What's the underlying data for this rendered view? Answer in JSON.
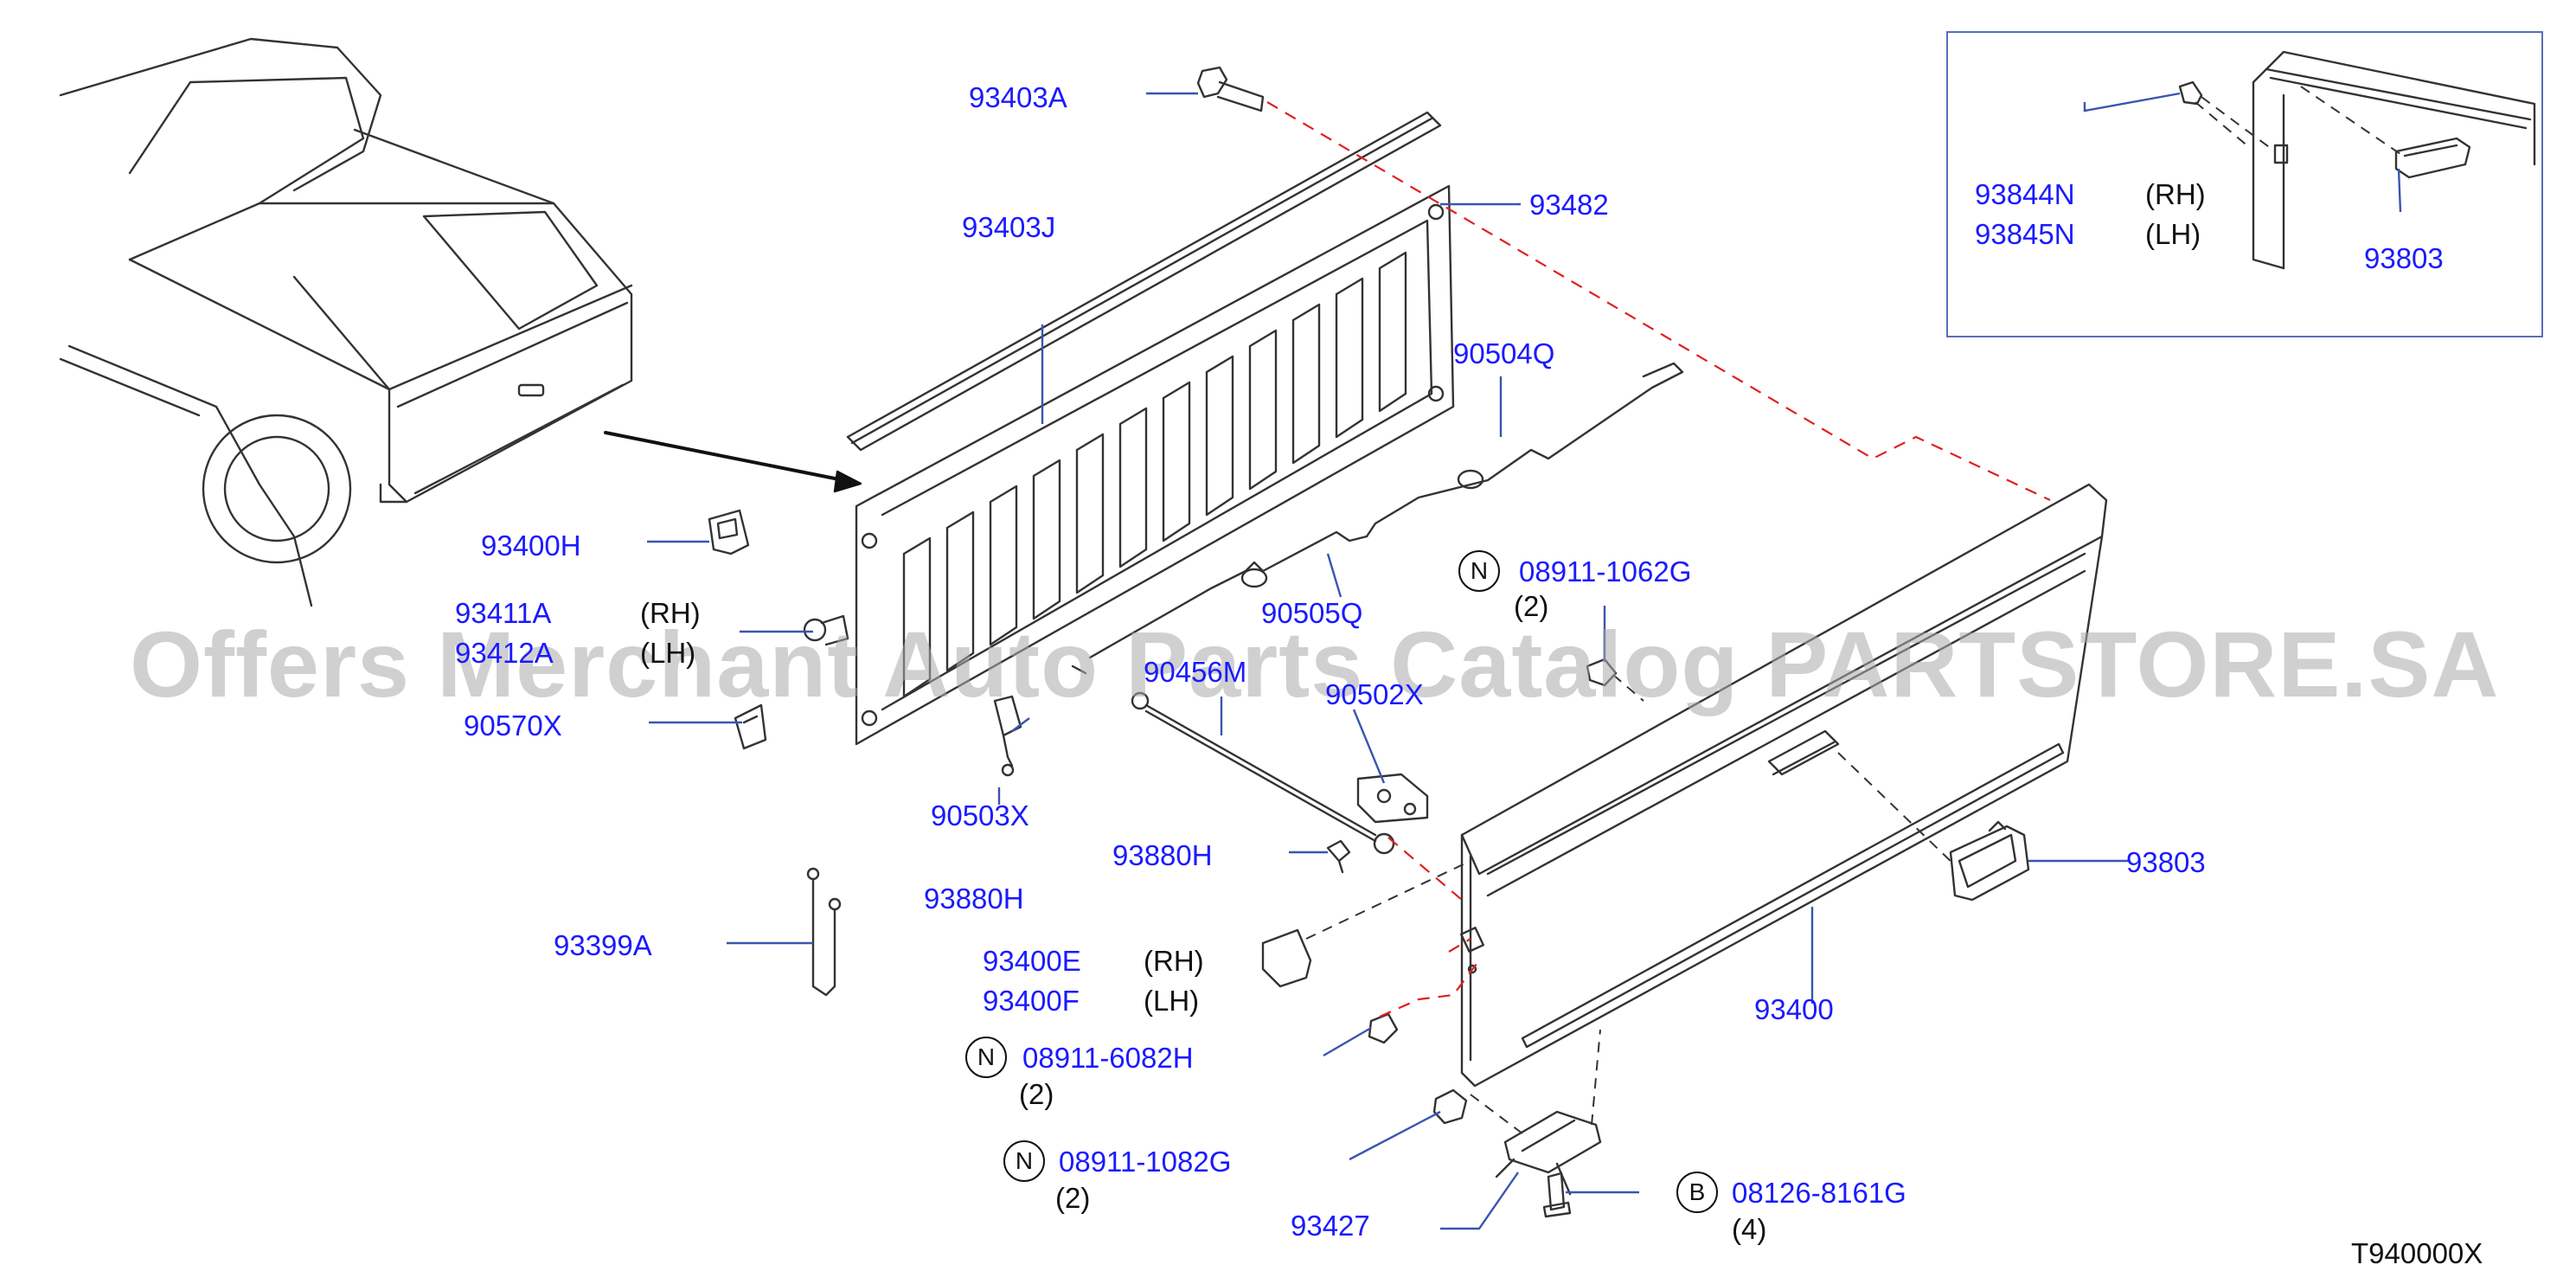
{
  "watermark": "Offers Merchant Auto Parts Catalog PARTSTORE.SA",
  "diagram_code": "T940000X",
  "colors": {
    "part_number": "#1a1aff",
    "leader": "#3a55b0",
    "hidden_line": "#e02020",
    "outline": "#333333"
  },
  "inset": {
    "labels": [
      {
        "id": "93844N",
        "side": "(RH)"
      },
      {
        "id": "93845N",
        "side": "(LH)"
      },
      {
        "id": "93803",
        "side": ""
      }
    ]
  },
  "labels": {
    "p93403A": "93403A",
    "p93403J": "93403J",
    "p93482": "93482",
    "p90504Q": "90504Q",
    "p93400H": "93400H",
    "p93411A": "93411A",
    "p93411A_side": "(RH)",
    "p93412A": "93412A",
    "p93412A_side": "(LH)",
    "p90505Q": "90505Q",
    "p90570X": "90570X",
    "p90456M": "90456M",
    "p90502X": "90502X",
    "p90503X": "90503X",
    "p93880H_a": "93880H",
    "p93880H_b": "93880H",
    "p93399A": "93399A",
    "p93400E": "93400E",
    "p93400E_side": "(RH)",
    "p93400F": "93400F",
    "p93400F_side": "(LH)",
    "p93400": "93400",
    "p93803": "93803",
    "p93427": "93427"
  },
  "callouts": [
    {
      "badge": "N",
      "part": "08911-1062G",
      "qty": "(2)"
    },
    {
      "badge": "N",
      "part": "08911-6082H",
      "qty": "(2)"
    },
    {
      "badge": "N",
      "part": "08911-1082G",
      "qty": "(2)"
    },
    {
      "badge": "B",
      "part": "08126-8161G",
      "qty": "(4)"
    }
  ]
}
